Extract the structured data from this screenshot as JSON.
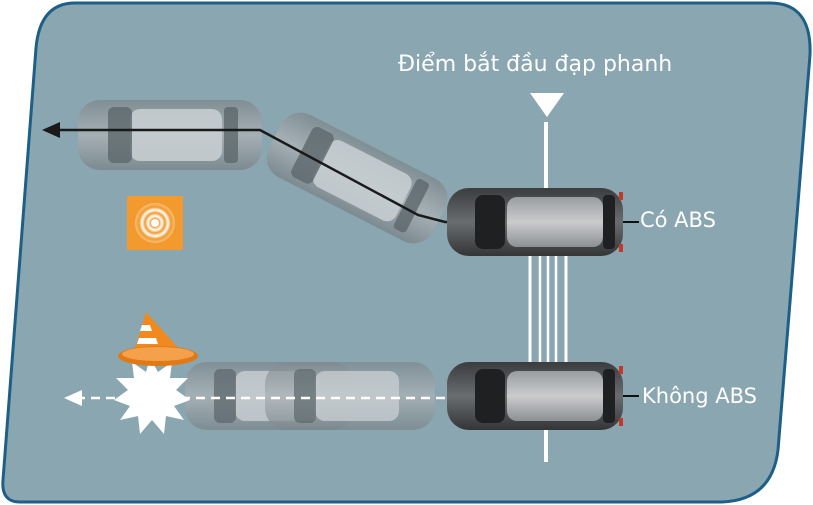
{
  "diagram": {
    "brake_point_label": "Điểm bắt đầu đạp phanh",
    "with_abs_label": "Có ABS",
    "without_abs_label": "Không ABS"
  },
  "colors": {
    "background_panel": "#8aa6b1",
    "panel_border": "#1d5f86",
    "road_marking": "#ffffff",
    "abs_path_arrow": "#1a1a1a",
    "noabs_path_arrow": "#ffffff",
    "warning_icon": "#f29a2e",
    "cone_orange": "#f08a1e"
  },
  "icons": [
    "brake-start-marker-icon",
    "abs-warning-light-icon",
    "traffic-cone-icon",
    "collision-burst-icon"
  ]
}
